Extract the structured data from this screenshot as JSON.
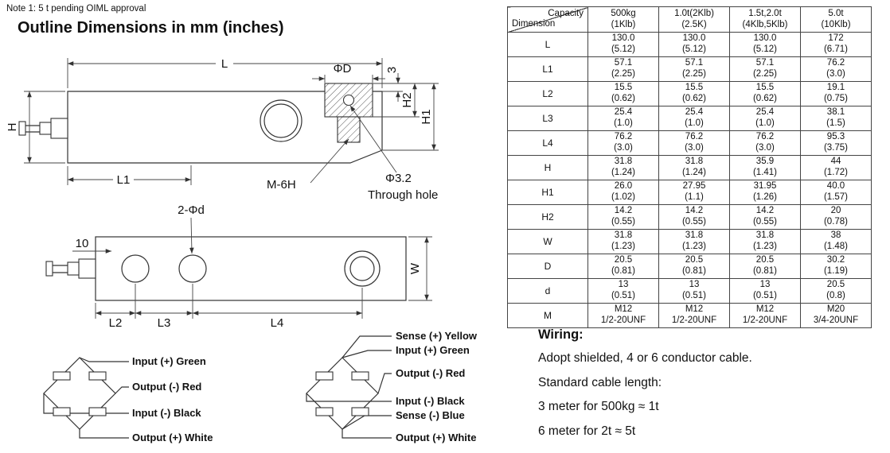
{
  "page": {
    "note": "Note 1: 5 t pending OIML approval",
    "title": "Outline Dimensions in mm (inches)"
  },
  "colors": {
    "ink": "#111111",
    "line": "#333333"
  },
  "drawing": {
    "side_view": {
      "dim_L": "L",
      "dim_phiD": "ΦD",
      "dim_3": "3",
      "dim_H2": "H2",
      "dim_H1": "H1",
      "dim_H": "H",
      "dim_L1": "L1",
      "label_m6h": "M-6H",
      "label_phi32": "Φ3.2",
      "label_through_hole": "Through hole"
    },
    "plan_view": {
      "label_2phid": "2-Φd",
      "dim_10": "10",
      "dim_W": "W",
      "dim_L2": "L2",
      "dim_L3": "L3",
      "dim_L4": "L4"
    }
  },
  "wiring_diagrams": {
    "four_wire": [
      "Input (+) Green",
      "Output (-) Red",
      "Input (-) Black",
      "Output (+) White"
    ],
    "six_wire": [
      "Sense (+) Yellow",
      "Input (+) Green",
      "Output (-) Red",
      "Input (-) Black",
      "Sense (-) Blue",
      "Output (+) White"
    ]
  },
  "table": {
    "header": {
      "capacity": "Capacity",
      "dimension": "Dimension",
      "columns": [
        [
          "500kg",
          "(1Klb)"
        ],
        [
          "1.0t(2Klb)",
          "(2.5K)"
        ],
        [
          "1.5t,2.0t",
          "(4Klb,5Klb)"
        ],
        [
          "5.0t",
          "(10Klb)"
        ]
      ]
    },
    "rows": [
      {
        "dim": "L",
        "values": [
          [
            "130.0",
            "(5.12)"
          ],
          [
            "130.0",
            "(5.12)"
          ],
          [
            "130.0",
            "(5.12)"
          ],
          [
            "172",
            "(6.71)"
          ]
        ]
      },
      {
        "dim": "L1",
        "values": [
          [
            "57.1",
            "(2.25)"
          ],
          [
            "57.1",
            "(2.25)"
          ],
          [
            "57.1",
            "(2.25)"
          ],
          [
            "76.2",
            "(3.0)"
          ]
        ]
      },
      {
        "dim": "L2",
        "values": [
          [
            "15.5",
            "(0.62)"
          ],
          [
            "15.5",
            "(0.62)"
          ],
          [
            "15.5",
            "(0.62)"
          ],
          [
            "19.1",
            "(0.75)"
          ]
        ]
      },
      {
        "dim": "L3",
        "values": [
          [
            "25.4",
            "(1.0)"
          ],
          [
            "25.4",
            "(1.0)"
          ],
          [
            "25.4",
            "(1.0)"
          ],
          [
            "38.1",
            "(1.5)"
          ]
        ]
      },
      {
        "dim": "L4",
        "values": [
          [
            "76.2",
            "(3.0)"
          ],
          [
            "76.2",
            "(3.0)"
          ],
          [
            "76.2",
            "(3.0)"
          ],
          [
            "95.3",
            "(3.75)"
          ]
        ]
      },
      {
        "dim": "H",
        "values": [
          [
            "31.8",
            "(1.24)"
          ],
          [
            "31.8",
            "(1.24)"
          ],
          [
            "35.9",
            "(1.41)"
          ],
          [
            "44",
            "(1.72)"
          ]
        ]
      },
      {
        "dim": "H1",
        "values": [
          [
            "26.0",
            "(1.02)"
          ],
          [
            "27.95",
            "(1.1)"
          ],
          [
            "31.95",
            "(1.26)"
          ],
          [
            "40.0",
            "(1.57)"
          ]
        ]
      },
      {
        "dim": "H2",
        "values": [
          [
            "14.2",
            "(0.55)"
          ],
          [
            "14.2",
            "(0.55)"
          ],
          [
            "14.2",
            "(0.55)"
          ],
          [
            "20",
            "(0.78)"
          ]
        ]
      },
      {
        "dim": "W",
        "values": [
          [
            "31.8",
            "(1.23)"
          ],
          [
            "31.8",
            "(1.23)"
          ],
          [
            "31.8",
            "(1.23)"
          ],
          [
            "38",
            "(1.48)"
          ]
        ]
      },
      {
        "dim": "D",
        "values": [
          [
            "20.5",
            "(0.81)"
          ],
          [
            "20.5",
            "(0.81)"
          ],
          [
            "20.5",
            "(0.81)"
          ],
          [
            "30.2",
            "(1.19)"
          ]
        ]
      },
      {
        "dim": "d",
        "values": [
          [
            "13",
            "(0.51)"
          ],
          [
            "13",
            "(0.51)"
          ],
          [
            "13",
            "(0.51)"
          ],
          [
            "20.5",
            "(0.8)"
          ]
        ]
      },
      {
        "dim": "M",
        "values": [
          [
            "M12",
            "1/2-20UNF"
          ],
          [
            "M12",
            "1/2-20UNF"
          ],
          [
            "M12",
            "1/2-20UNF"
          ],
          [
            "M20",
            "3/4-20UNF"
          ]
        ]
      }
    ]
  },
  "wiring_text": {
    "heading": "Wiring:",
    "lines": [
      "Adopt shielded, 4 or 6 conductor cable.",
      "Standard cable length:",
      "3 meter for 500kg ≈ 1t",
      "6 meter for 2t ≈ 5t"
    ]
  }
}
